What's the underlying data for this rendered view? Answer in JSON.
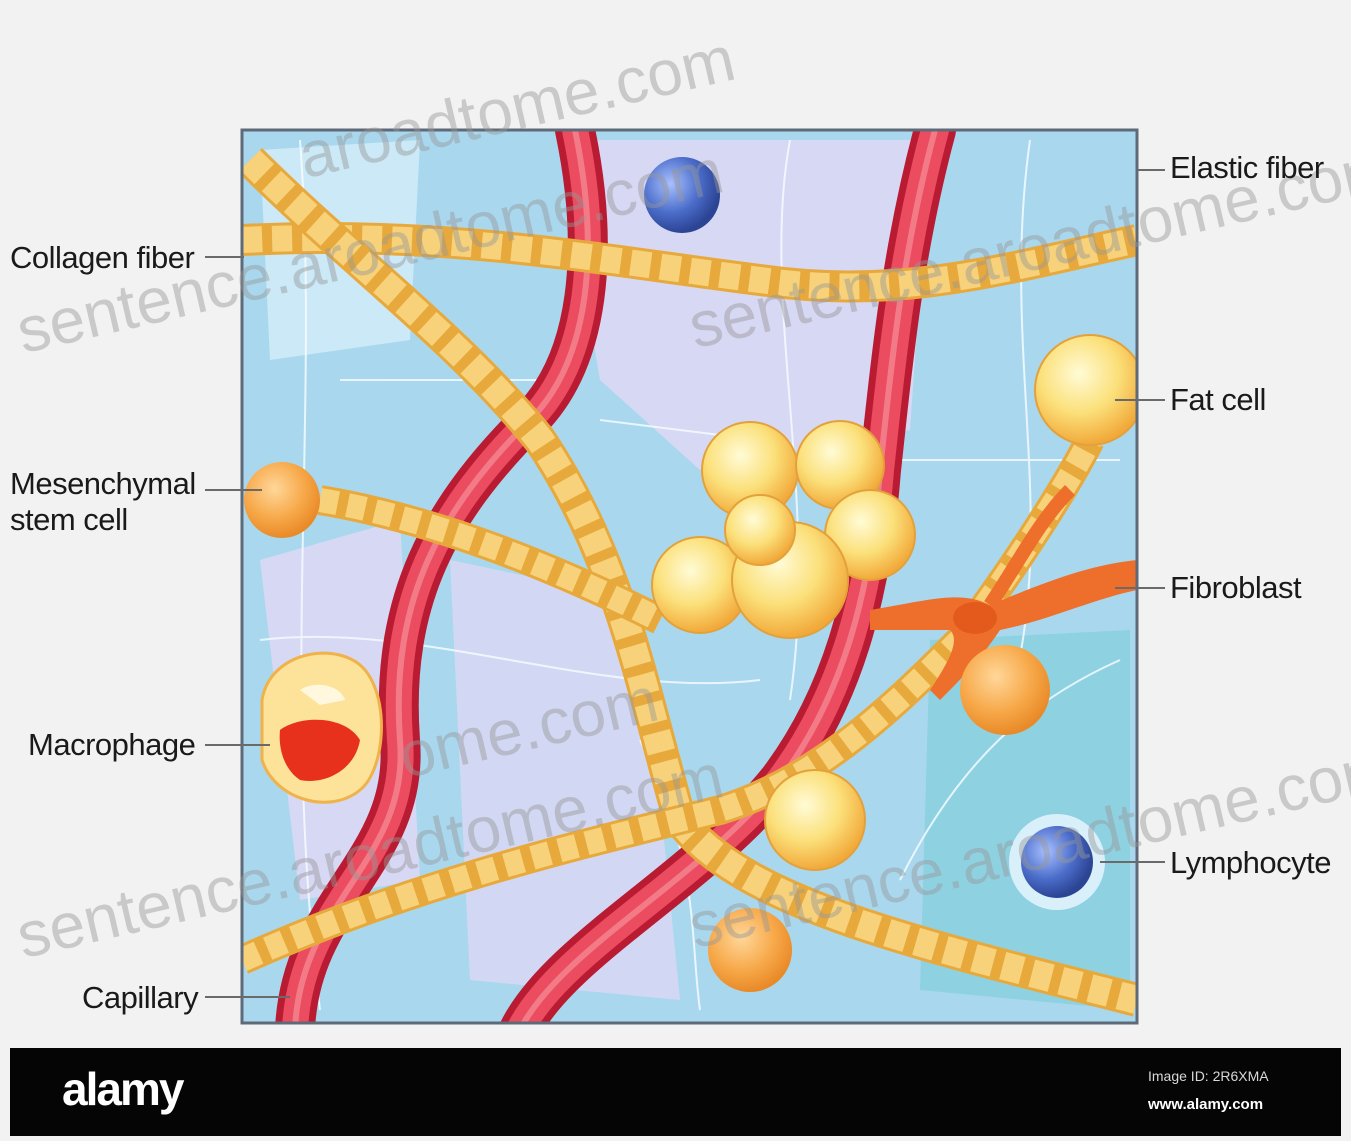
{
  "labels": {
    "elastic_fiber": "Elastic fiber",
    "collagen_fiber": "Collagen fiber",
    "fat_cell": "Fat cell",
    "mesenchymal_line1": "Mesenchymal",
    "mesenchymal_line2": "stem cell",
    "fibroblast": "Fibroblast",
    "macrophage": "Macrophage",
    "lymphocyte": "Lymphocyte",
    "capillary": "Capillary"
  },
  "footer": {
    "brand": "alamy",
    "image_id": "Image ID: 2R6XMA",
    "site": "www.alamy.com"
  },
  "watermark": {
    "text": "sentence.aroadtome.com",
    "top_fragment": "aroadtome.com",
    "mid_fragment": "ome.com"
  },
  "colors": {
    "background_blue": "#a9d8ee",
    "lavender": "#d9d6f3",
    "capillary_red": "#e23a4c",
    "collagen_yellow": "#f2c14a",
    "fat_cell_yellow": "#fbe07a",
    "lymphocyte_blue": "#4a6cc9",
    "fibroblast_orange": "#f07a2c"
  }
}
